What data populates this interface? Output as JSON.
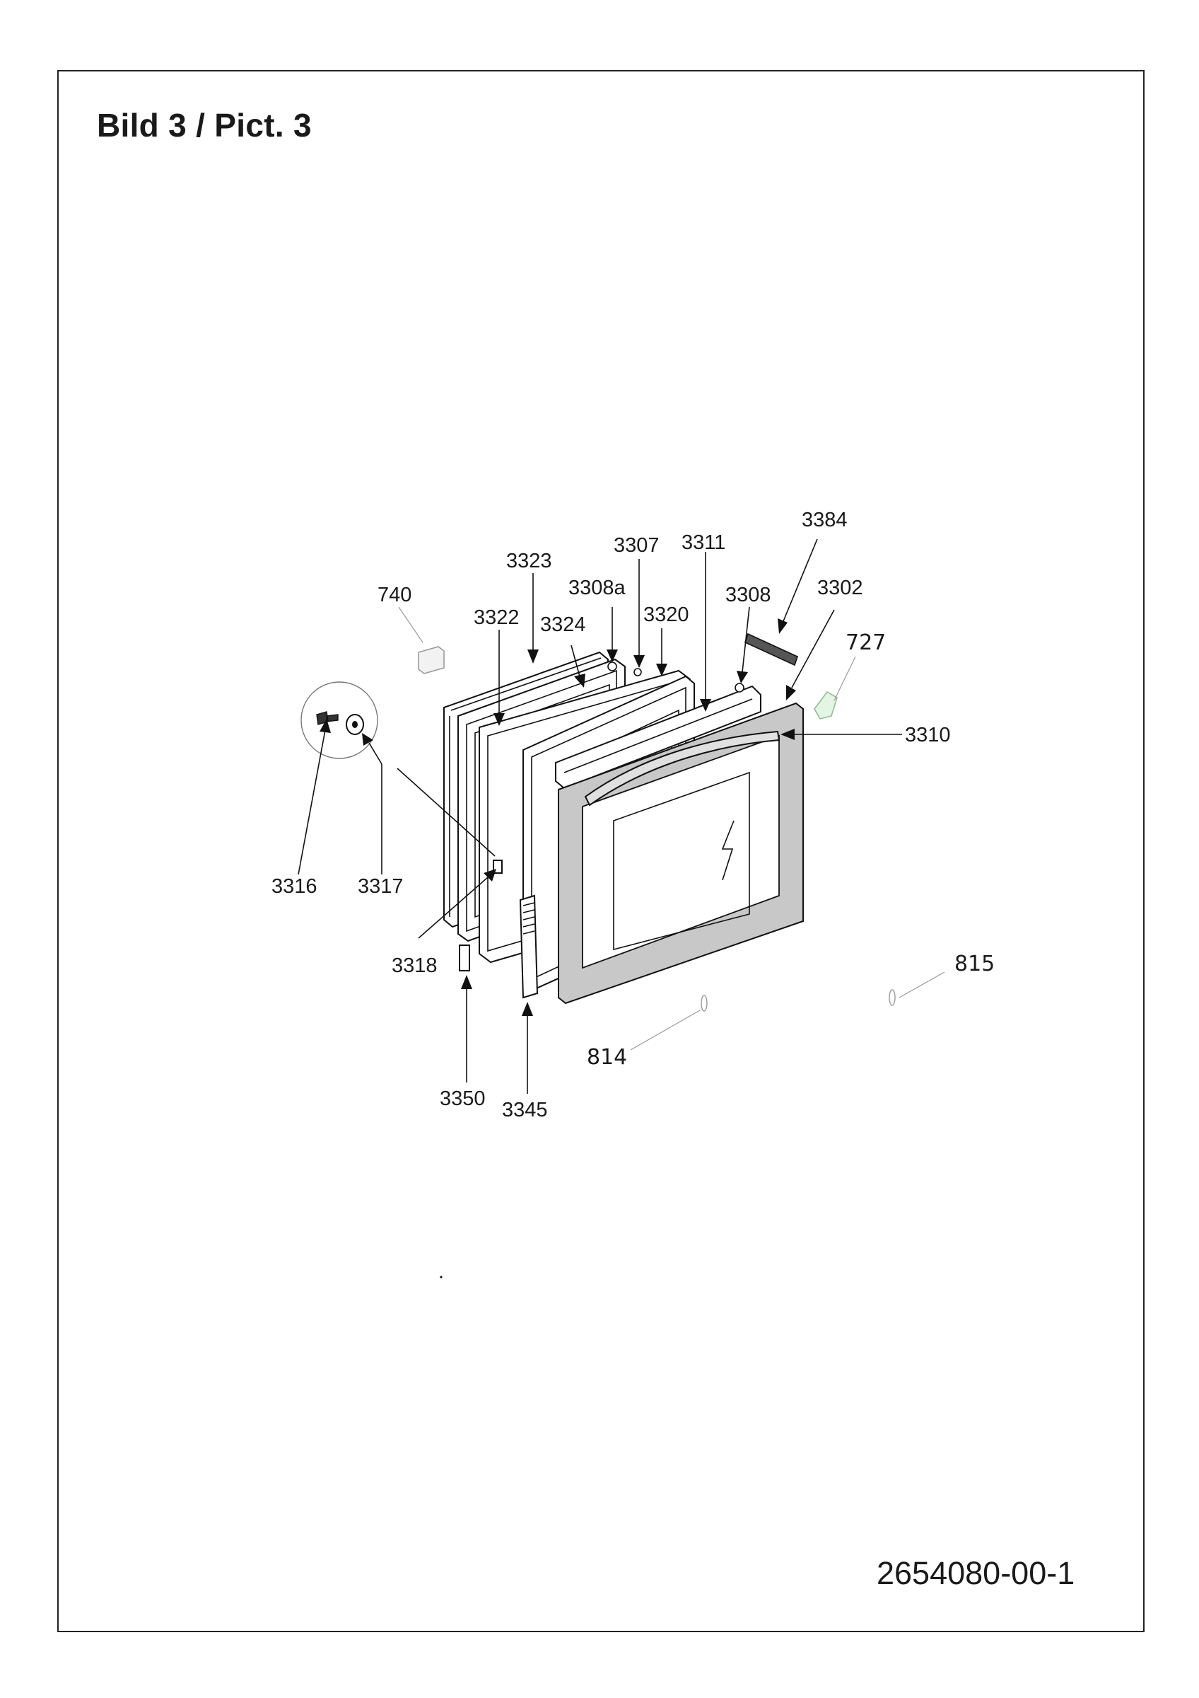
{
  "title": "Bild 3 / Pict. 3",
  "document_number": "2654080-00-1",
  "part_labels": {
    "p740": "740",
    "p3323": "3323",
    "p3307": "3307",
    "p3311": "3311",
    "p3384": "3384",
    "p3308a": "3308a",
    "p3308": "3308",
    "p3302": "3302",
    "p3322": "3322",
    "p3324": "3324",
    "p3320": "3320",
    "p727": "727",
    "p3310": "3310",
    "p3316": "3316",
    "p3317": "3317",
    "p3318": "3318",
    "p815": "815",
    "p814": "814",
    "p3350": "3350",
    "p3345": "3345"
  }
}
